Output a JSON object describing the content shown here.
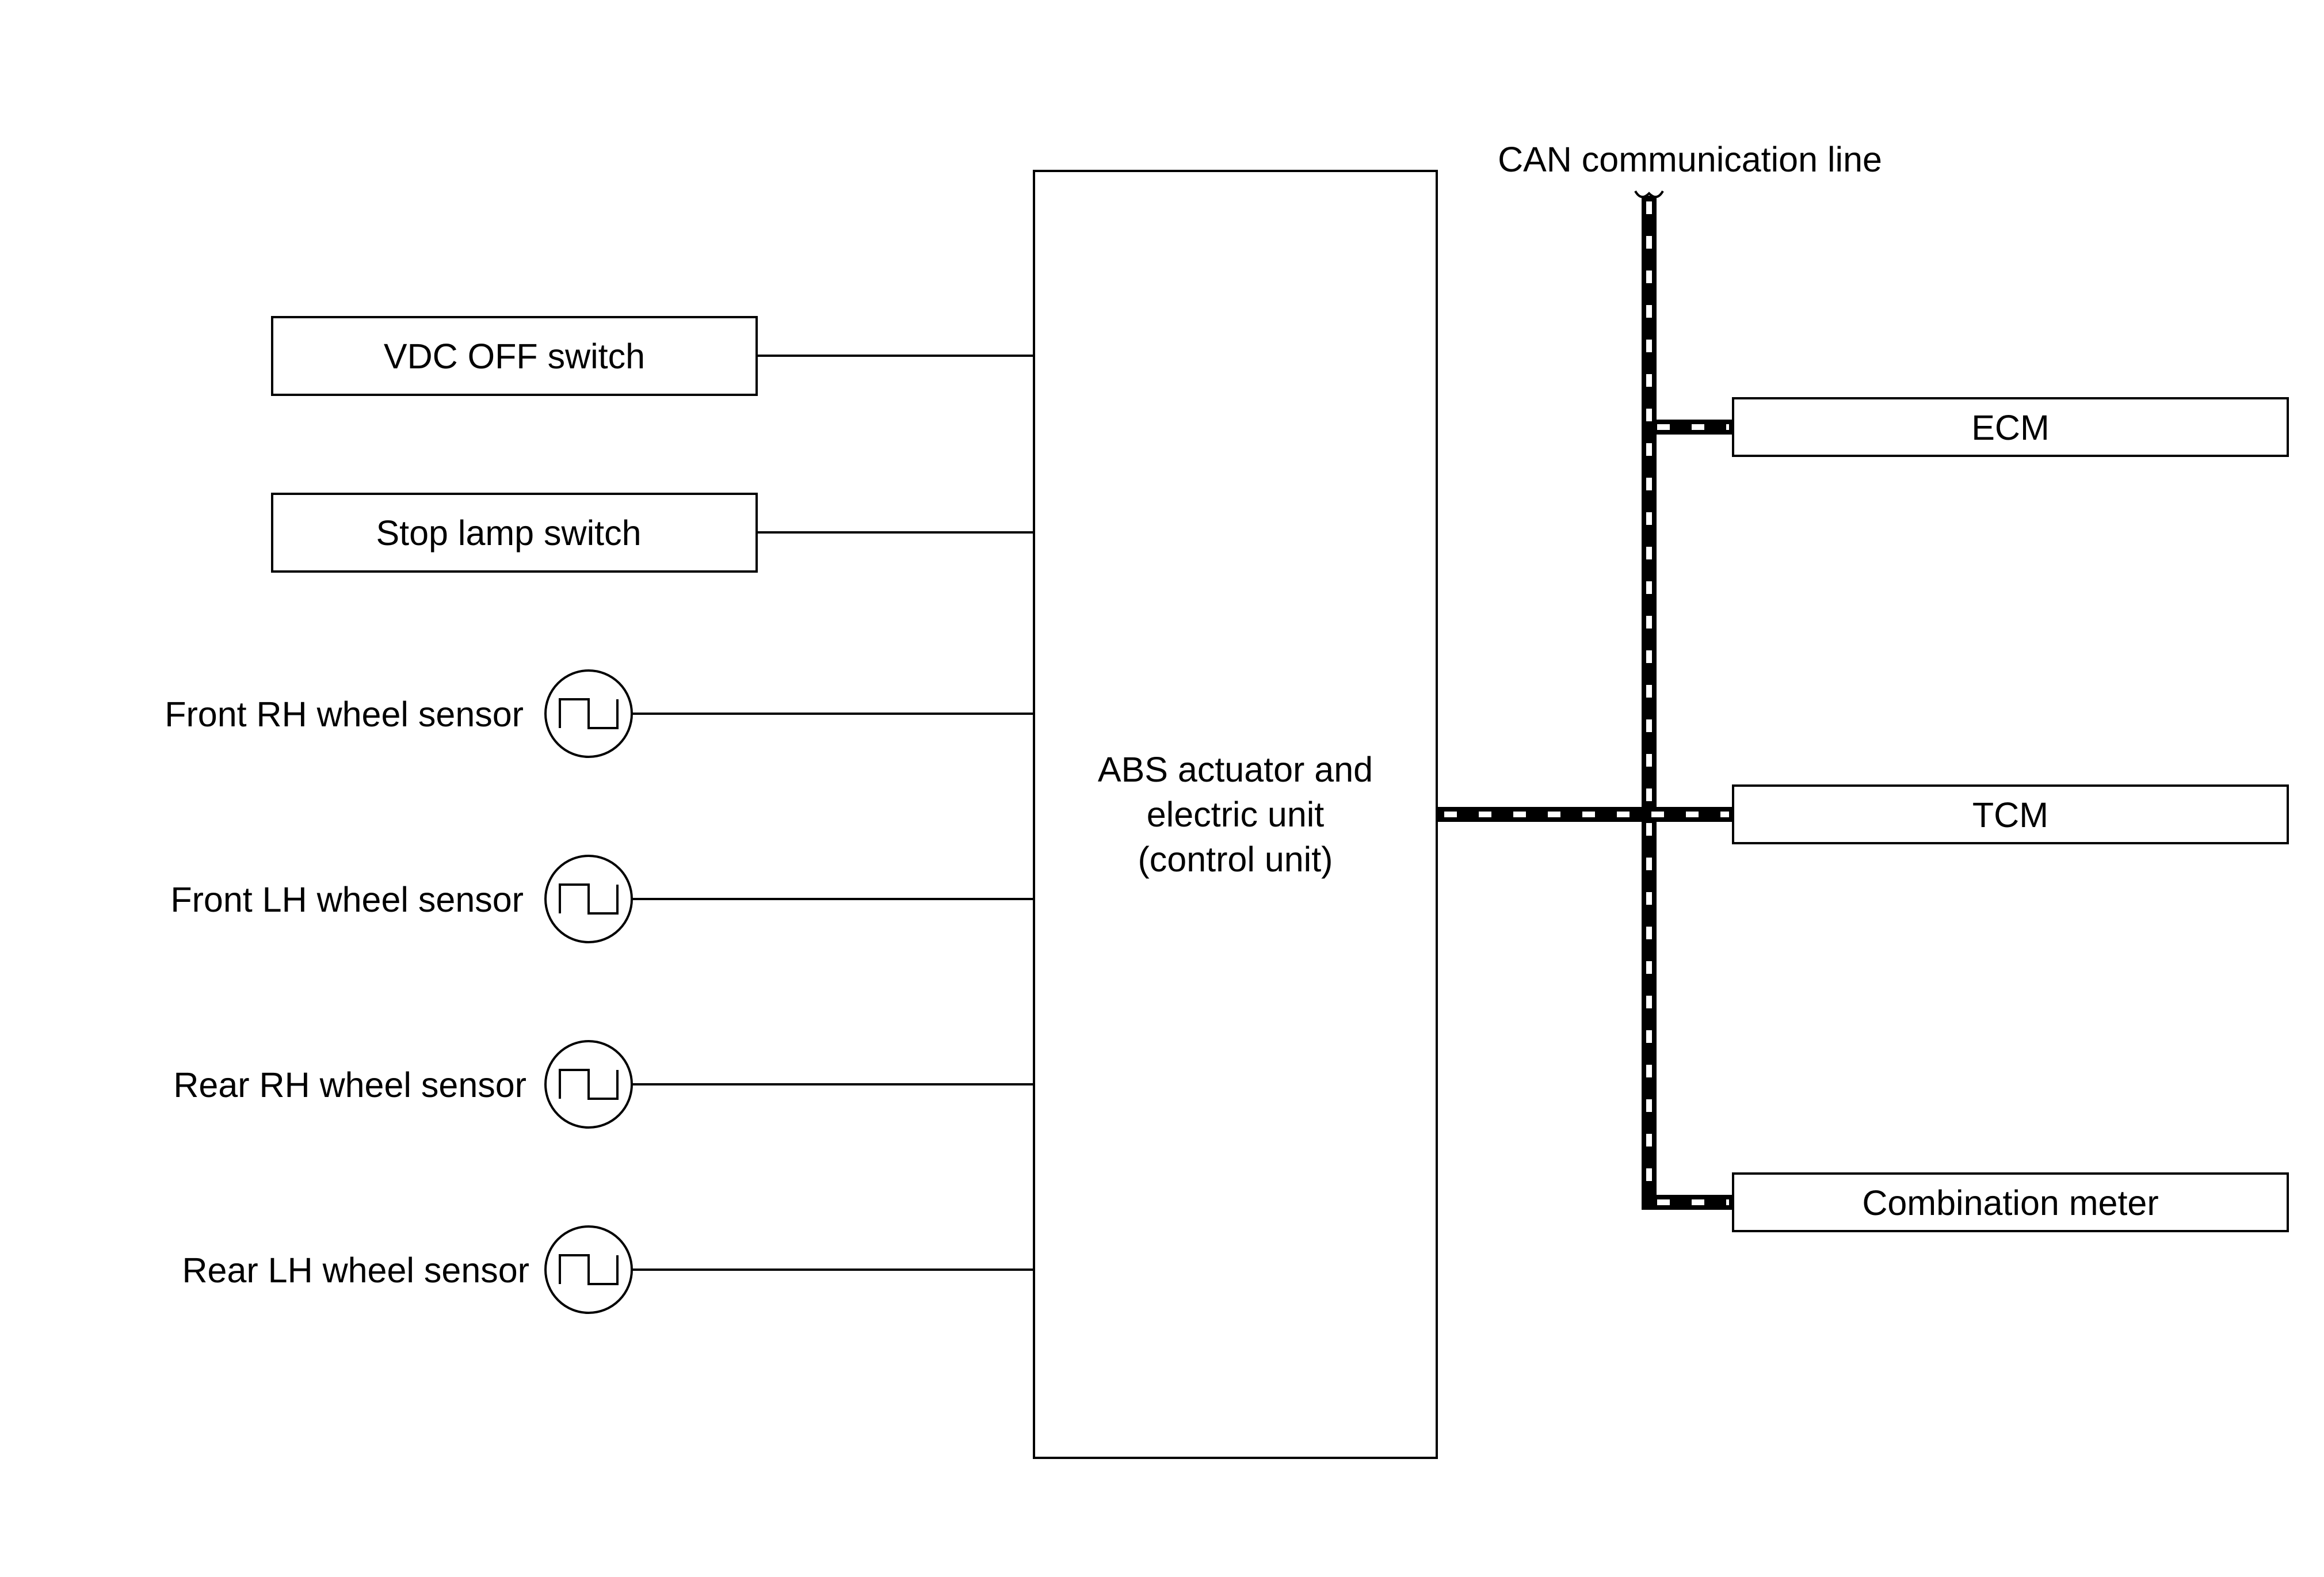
{
  "can_label": "CAN communication line",
  "control_unit": {
    "line1": "ABS actuator and",
    "line2": "electric unit",
    "line3": "(control unit)"
  },
  "inputs": {
    "vdc_off_switch": "VDC OFF switch",
    "stop_lamp_switch": "Stop lamp switch",
    "front_rh_sensor": "Front RH wheel sensor",
    "front_lh_sensor": "Front LH wheel sensor",
    "rear_rh_sensor": "Rear RH wheel sensor",
    "rear_lh_sensor": "Rear LH wheel sensor"
  },
  "outputs": {
    "ecm": "ECM",
    "tcm": "TCM",
    "combination_meter": "Combination meter"
  },
  "icons": {
    "wheel_sensor": "pulse-signal-icon"
  }
}
